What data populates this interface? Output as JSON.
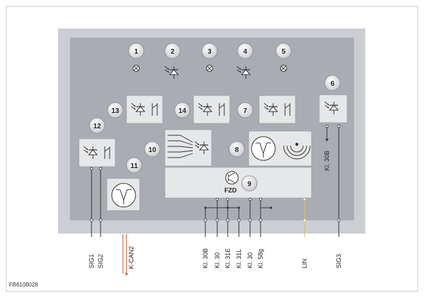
{
  "figure_code": "FB6108028",
  "callouts": [
    "1",
    "2",
    "3",
    "4",
    "5",
    "6",
    "7",
    "8",
    "9",
    "10",
    "11",
    "12",
    "13",
    "14"
  ],
  "module_label": "FZD",
  "pins": {
    "sig1": "SIG1",
    "sig2": "SIG2",
    "kcan2": "K-CAN2",
    "kl30b": "Kl. 30B",
    "kl30": "Kl. 30",
    "kl31e": "Kl. 31E",
    "kl31l": "Kl. 31L",
    "kl30_2": "Kl. 30",
    "kl58g": "Kl. 58g",
    "lin": "LIN",
    "sig3": "SIG3",
    "kl30b_internal": "Kl. 30B"
  },
  "colors": {
    "outer_panel": "#cbced3",
    "inner_panel": "#a9adb3",
    "component_box": "#e6e7e9",
    "callout_circle": "#e8e8ea",
    "kcan_wire": "#d2694a",
    "lin_wire": "#d8c06a",
    "wire": "#333333"
  }
}
